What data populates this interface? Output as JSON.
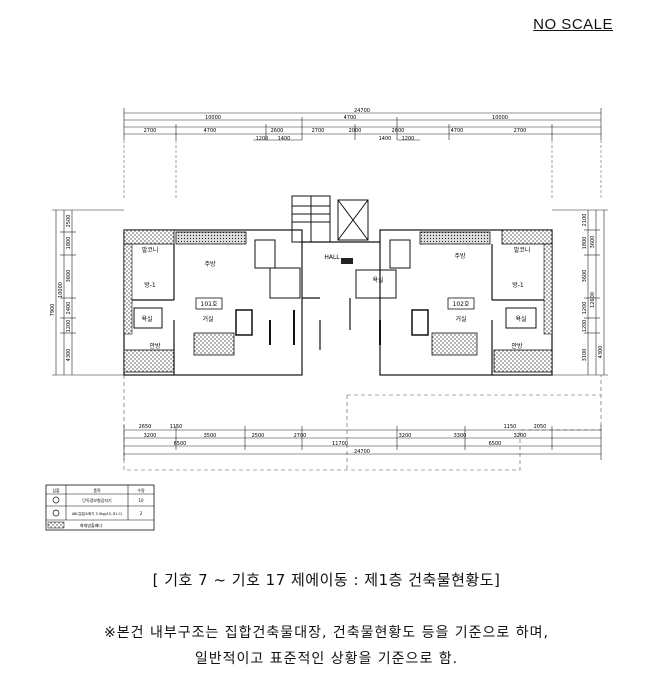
{
  "scale_label": "NO SCALE",
  "caption": "[  기호 7 ~ 기호 17 제에이동 : 제1층 건축물현황도]",
  "note_line1": "※본건 내부구조는 집합건축물대장, 건축물현황도 등을 기준으로 하며,",
  "note_line2": "일반적이고 표준적인 상황을 기준으로 함.",
  "dims": {
    "top_total": "24700",
    "top_left": "10000",
    "top_mid": "4700",
    "top_right": "10000",
    "top_row": [
      "2700",
      "4700",
      "2600",
      "2700",
      "2000",
      "2600",
      "4700",
      "2700"
    ],
    "top_small": [
      "1200",
      "1400",
      "1400",
      "1200"
    ],
    "bottom_row": [
      "2650",
      "1150",
      "1150",
      "2050"
    ],
    "bottom_mid": [
      "3200",
      "3500",
      "2500",
      "2700",
      "3200",
      "3300",
      "3200"
    ],
    "bottom_sum": [
      "6500",
      "11700",
      "6500"
    ],
    "bottom_total": "24700",
    "left_side": [
      "2500",
      "1800",
      "3600",
      "2400",
      "1200",
      "4300"
    ],
    "left_total": [
      "10000",
      "7900"
    ],
    "right_side": [
      "2100",
      "1800",
      "3600",
      "1200",
      "1200",
      "3100"
    ],
    "right_total": [
      "3600",
      "12600",
      "4300"
    ]
  },
  "rooms": {
    "unit_left": "101호",
    "unit_right": "102호",
    "hall": "HALL",
    "balcony": "발코니",
    "kitchen": "주방",
    "room1": "방-1",
    "living": "거실",
    "bath": "욕실",
    "room_main": "안방"
  },
  "legend": {
    "headers": [
      "심볼",
      "품목",
      "수량"
    ],
    "rows": [
      {
        "name": "단독경보형감지기",
        "qty": "10"
      },
      {
        "name": "ABC분말소화기 3.3kg(A3, B1.C)",
        "qty": "2"
      },
      {
        "name": "화재방출배다",
        "qty": ""
      }
    ]
  }
}
